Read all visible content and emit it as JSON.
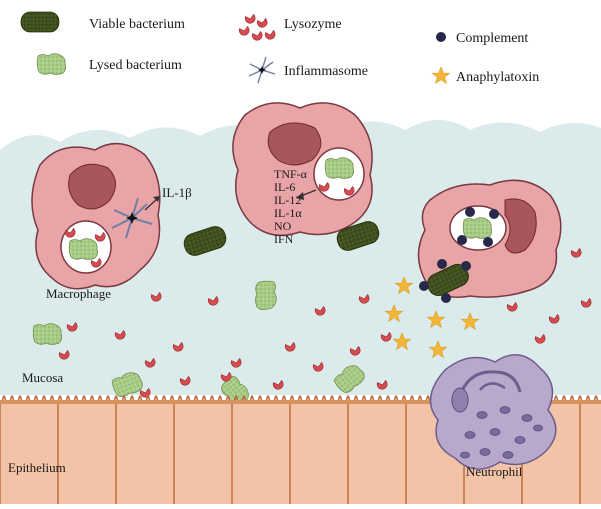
{
  "legend": {
    "viable": "Viable bacterium",
    "lysed": "Lysed bacterium",
    "lysozyme": "Lysozyme",
    "inflammasome": "Inflammasome",
    "complement": "Complement",
    "anaphylatoxin": "Anaphylatoxin"
  },
  "labels": {
    "il1b": "IL-1β",
    "macrophage": "Macrophage",
    "mucosa": "Mucosa",
    "epithelium": "Epithelium",
    "neutrophil": "Neutrophil"
  },
  "cytokines": [
    "TNF-α",
    "IL-6",
    "IL-12",
    "IL-1α",
    "NO",
    "IFN"
  ],
  "colors": {
    "mucosa": "#dbeaea",
    "cell_body": "#e9a4a8",
    "cell_outline": "#7a3840",
    "nucleus": "#a9555c",
    "viable_bacterium": "#3f4f1e",
    "lysed_bacterium": "#9cc27a",
    "lysozyme": "#d94a4f",
    "complement": "#27284a",
    "anaphylatoxin": "#f2b739",
    "neutrophil": "#b7a8cc",
    "epithelium": "#f2c3a6",
    "microvilli": "#b86a3e"
  }
}
